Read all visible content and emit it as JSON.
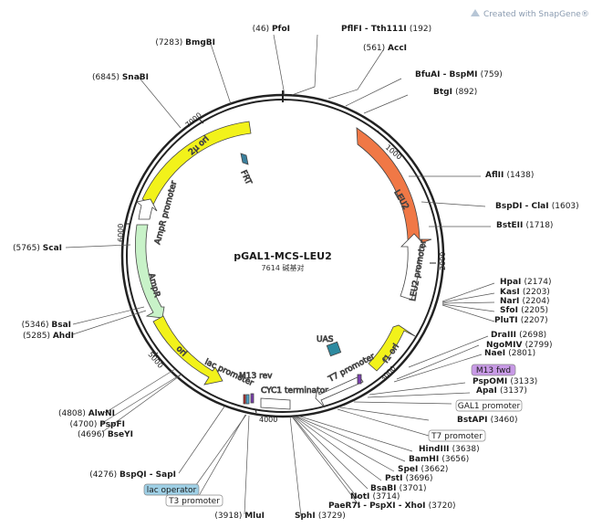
{
  "plasmid": {
    "name": "pGAL1-MCS-LEU2",
    "length_label": "7614 碱基对",
    "length": 7614
  },
  "watermark": "Created with SnapGene®",
  "site_labels": [
    {
      "id": "pfoi",
      "pos": "(46)",
      "name": "PfoI"
    },
    {
      "id": "pflfi",
      "pos": "(192)",
      "name": "PflFI - Tth111I"
    },
    {
      "id": "acci",
      "pos": "(561)",
      "name": "AccI"
    },
    {
      "id": "bfuai",
      "pos": "(759)",
      "name": "BfuAI - BspMI"
    },
    {
      "id": "btgi",
      "pos": "(892)",
      "name": "BtgI"
    },
    {
      "id": "aflii",
      "pos": "(1438)",
      "name": "AflII"
    },
    {
      "id": "bspdi",
      "pos": "(1603)",
      "name": "BspDI - ClaI"
    },
    {
      "id": "bsteii",
      "pos": "(1718)",
      "name": "BstEII"
    },
    {
      "id": "hpai",
      "pos": "(2174)",
      "name": "HpaI"
    },
    {
      "id": "kasi",
      "pos": "(2203)",
      "name": "KasI"
    },
    {
      "id": "nari",
      "pos": "(2204)",
      "name": "NarI"
    },
    {
      "id": "sfoi",
      "pos": "(2205)",
      "name": "SfoI"
    },
    {
      "id": "pluti",
      "pos": "(2207)",
      "name": "PluTI"
    },
    {
      "id": "draiii",
      "pos": "(2698)",
      "name": "DraIII"
    },
    {
      "id": "ngomiv",
      "pos": "(2799)",
      "name": "NgoMIV"
    },
    {
      "id": "naei",
      "pos": "(2801)",
      "name": "NaeI"
    },
    {
      "id": "psppomi",
      "pos": "(3133)",
      "name": "PspOMI"
    },
    {
      "id": "apai",
      "pos": "(3137)",
      "name": "ApaI"
    },
    {
      "id": "bstapi",
      "pos": "(3460)",
      "name": "BstAPI"
    },
    {
      "id": "hindiii",
      "pos": "(3638)",
      "name": "HindIII"
    },
    {
      "id": "bamhi",
      "pos": "(3656)",
      "name": "BamHI"
    },
    {
      "id": "spei",
      "pos": "(3662)",
      "name": "SpeI"
    },
    {
      "id": "psti",
      "pos": "(3696)",
      "name": "PstI"
    },
    {
      "id": "bsabi",
      "pos": "(3701)",
      "name": "BsaBI"
    },
    {
      "id": "noti",
      "pos": "(3714)",
      "name": "NotI"
    },
    {
      "id": "paer7i",
      "pos": "(3720)",
      "name": "PaeR7I - PspXI - XhoI"
    },
    {
      "id": "sphi",
      "pos": "(3729)",
      "name": "SphI"
    },
    {
      "id": "mlui",
      "pos": "(3918)",
      "name": "MluI"
    },
    {
      "id": "bspqi",
      "pos": "(4276)",
      "name": "BspQI - SapI"
    },
    {
      "id": "bseyi",
      "pos": "(4696)",
      "name": "BseYI"
    },
    {
      "id": "pspfi",
      "pos": "(4700)",
      "name": "PspFI"
    },
    {
      "id": "alwni",
      "pos": "(4808)",
      "name": "AlwNI"
    },
    {
      "id": "ahdi",
      "pos": "(5285)",
      "name": "AhdI"
    },
    {
      "id": "bsai",
      "pos": "(5346)",
      "name": "BsaI"
    },
    {
      "id": "scai",
      "pos": "(5765)",
      "name": "ScaI"
    },
    {
      "id": "snabi",
      "pos": "(6845)",
      "name": "SnaBI"
    },
    {
      "id": "bmgbi",
      "pos": "(7283)",
      "name": "BmgBI"
    }
  ],
  "feature_boxes": [
    {
      "id": "m13fwd",
      "text": "M13 fwd",
      "color": "#c89ae6"
    },
    {
      "id": "gal1",
      "text": "GAL1 promoter",
      "color": "#ffffff"
    },
    {
      "id": "t7",
      "text": "T7 promoter",
      "color": "#ffffff"
    },
    {
      "id": "lacop",
      "text": "lac operator",
      "color": "#9fd0e6"
    },
    {
      "id": "t3",
      "text": "T3 promoter",
      "color": "#ffffff"
    }
  ],
  "features": [
    {
      "id": "2u",
      "name": "2μ ori",
      "color": "#f2f21a"
    },
    {
      "id": "leu2",
      "name": "LEU2",
      "color": "#f07846"
    },
    {
      "id": "leu2p",
      "name": "LEU2 promoter",
      "color": "#ffffff"
    },
    {
      "id": "f1",
      "name": "f1 ori",
      "color": "#f2f21a"
    },
    {
      "id": "ampr",
      "name": "AmpR",
      "color": "#c8f2c8"
    },
    {
      "id": "amprp",
      "name": "AmpR promoter",
      "color": "#ffffff"
    },
    {
      "id": "ori",
      "name": "ori",
      "color": "#f2f21a"
    },
    {
      "id": "lacp",
      "name": "lac promoter",
      "color": "#ffffff"
    },
    {
      "id": "m13rev",
      "name": "M13 rev"
    },
    {
      "id": "cyc1",
      "name": "CYC1 terminator",
      "color": "#ffffff"
    },
    {
      "id": "t7p",
      "name": "T7 promoter"
    },
    {
      "id": "uas",
      "name": "UAS",
      "color": "#2e8aa0"
    },
    {
      "id": "frt",
      "name": "FRT",
      "color": "#3a7f9c"
    }
  ],
  "ticks": [
    "1000",
    "2000",
    "3000",
    "4000",
    "5000",
    "6000",
    "7000"
  ]
}
